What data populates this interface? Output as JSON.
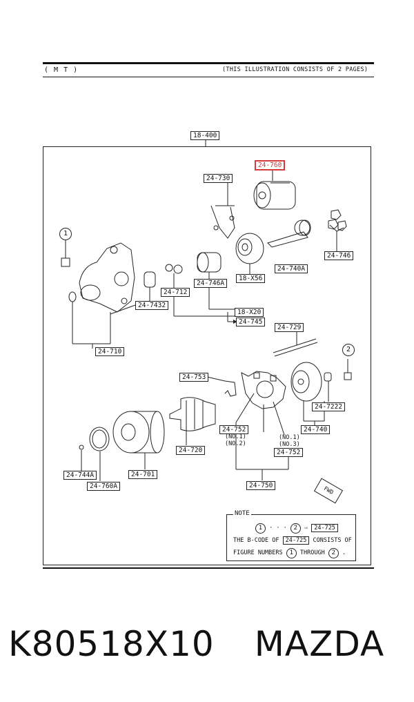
{
  "header": {
    "left": "( M T )",
    "right": "(THIS ILLUSTRATION CONSISTS OF  2 PAGES)"
  },
  "labels": {
    "assembly": "18-400",
    "solenoid": "24-760",
    "lever": "24-730",
    "pinion": "24-746A",
    "bearing_ring": "24-712",
    "housing_plate": "24-7432",
    "front_housing": "24-710",
    "clutch": "18-X56",
    "shaft": "24-740A",
    "nuts": "24-746",
    "sub_a": "18-X20",
    "sub_b": "24-745",
    "through_bolt": "24-729",
    "brush_spring": "24-753",
    "armature": "24-720",
    "brush_holder": "24-752",
    "brush_holder_b": "24-752",
    "end_frame": "24-740",
    "end_bearing": "24-7222",
    "yoke": "24-701",
    "seal_a": "24-744A",
    "seal_b": "24-760A",
    "brush_assy": "24-750"
  },
  "callouts": {
    "one": "1",
    "two": "2"
  },
  "sublabels": {
    "left_no": "(NO.1)",
    "left_no2": "(NO.2)",
    "right_no": "(NO.1)",
    "right_no3": "(NO.3)"
  },
  "fwd": "FWD",
  "note": {
    "title": "NOTE",
    "line1_dots": "· · ·",
    "line1_code": "24-725",
    "line2_pre": "THE B-CODE OF",
    "line2_code": "24-725",
    "line2_post": "CONSISTS OF",
    "line3_pre": "FIGURE NUMBERS",
    "line3_mid": "THROUGH",
    "line3_end": "."
  },
  "footer": {
    "part_number": "K80518X10",
    "brand": "MAZDA"
  },
  "colors": {
    "highlight": "#d23c3c",
    "ink": "#111111"
  }
}
